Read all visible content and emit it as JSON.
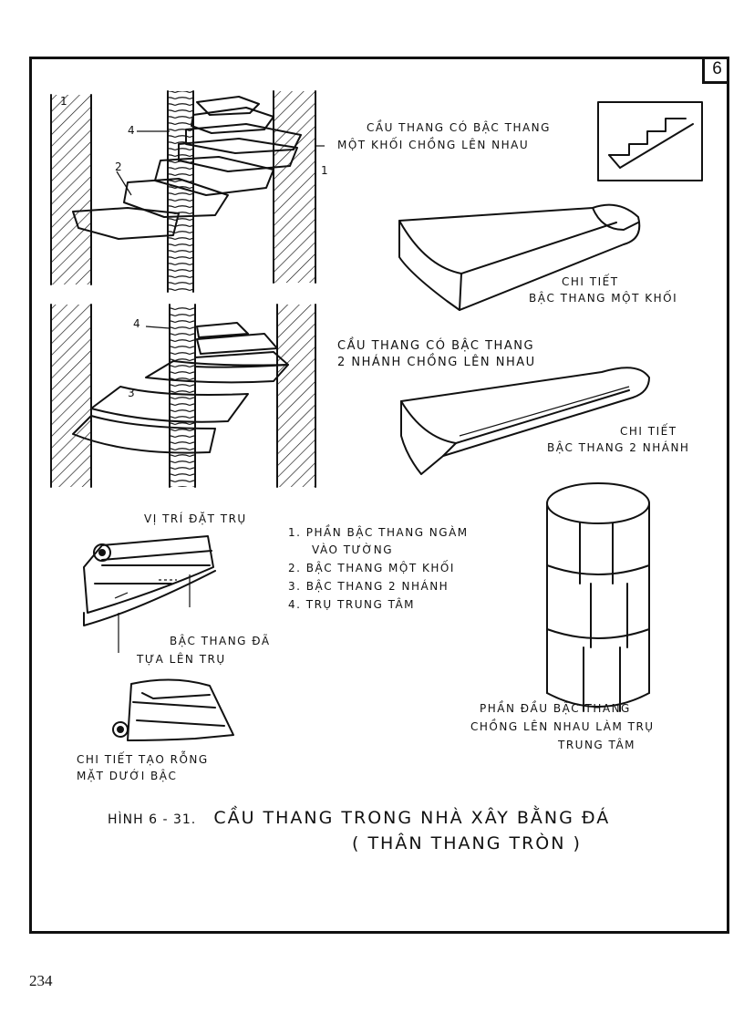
{
  "sheet_number": "6",
  "labels": {
    "stair_one_piece": [
      "CẦU THANG CÓ BẬC THANG",
      "MỘT KHỐI CHỒNG LÊN NHAU"
    ],
    "detail_one_piece": [
      "CHI TIẾT",
      "BẬC THANG MỘT KHỐI"
    ],
    "stair_two_branch": [
      "CẦU THANG CÓ BẬC THANG",
      "2 NHÁNH CHỒNG LÊN NHAU"
    ],
    "detail_two_branch": [
      "CHI TIẾT",
      "BẬC THANG 2 NHÁNH"
    ],
    "column_position": "VỊ TRÍ ĐẶT TRỤ",
    "step_on_column": [
      "BẬC THANG ĐÃ",
      "TỰA LÊN TRỤ"
    ],
    "hollow_detail": [
      "CHI TIẾT TẠO RỖNG",
      "MẶT DƯỚI BẬC"
    ],
    "column_ends": [
      "PHẦN ĐẦU BẬC THANG",
      "CHỒNG LÊN NHAU LÀM TRỤ",
      "TRUNG TÂM"
    ]
  },
  "legend": [
    "1. PHẦN BẬC THANG NGÀM",
    "VÀO TƯỜNG",
    "2. BẬC THANG MỘT KHỐI",
    "3. BẬC THANG 2 NHÁNH",
    "4. TRỤ TRUNG TÂM"
  ],
  "callouts": {
    "top_1_left": "1",
    "top_1_right": "1",
    "top_2": "2",
    "top_4": "4",
    "mid_4": "4",
    "mid_3": "3"
  },
  "caption": {
    "figure": "HÌNH 6 - 31.",
    "title": "CẦU THANG TRONG NHÀ XÂY BẰNG ĐÁ",
    "subtitle": "( THÂN THANG TRÒN )"
  },
  "page_number": "234"
}
